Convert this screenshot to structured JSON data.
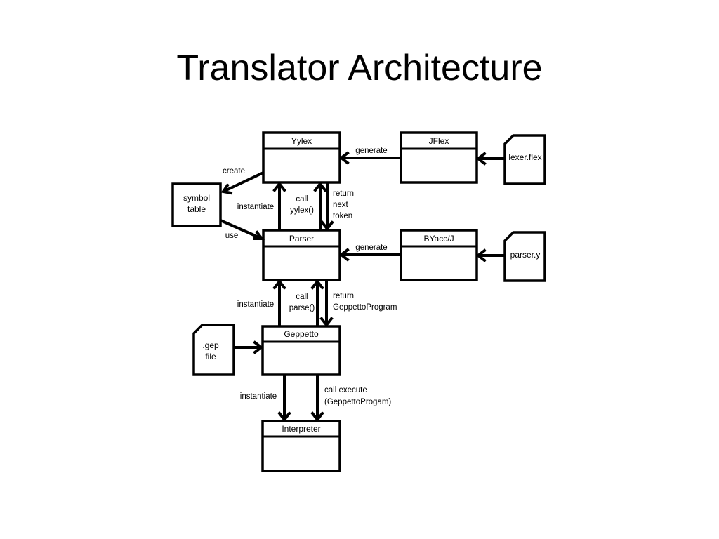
{
  "title": "Translator Architecture",
  "nodes": {
    "yylex": "Yylex",
    "jflex": "JFlex",
    "lexer_flex": "lexer.flex",
    "symbol_table": [
      "symbol",
      "table"
    ],
    "parser": "Parser",
    "byacc": "BYacc/J",
    "parser_y": "parser.y",
    "geppetto": "Geppetto",
    "gep_file": [
      ".gep",
      "file"
    ],
    "interpreter": "Interpreter"
  },
  "edges": {
    "jflex_generate": "generate",
    "byacc_generate": "generate",
    "create": "create",
    "use": "use",
    "instantiate_yylex": "instantiate",
    "call_yylex": [
      "call",
      "yylex()"
    ],
    "return_token": [
      "return",
      "next",
      "token"
    ],
    "instantiate_parser": "instantiate",
    "call_parse": [
      "call",
      "parse()"
    ],
    "return_program": [
      "return",
      "GeppettoProgram"
    ],
    "instantiate_interpreter": "instantiate",
    "call_execute": [
      "call execute",
      "(GeppettoProgam)"
    ]
  }
}
